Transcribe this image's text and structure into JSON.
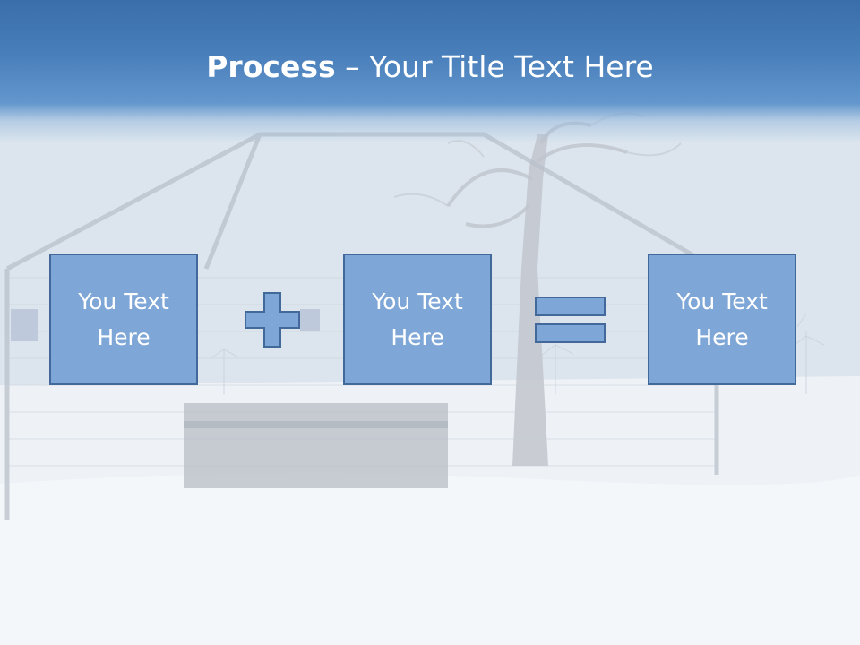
{
  "slide": {
    "title_bold": "Process",
    "title_rest": " – Your Title Text Here",
    "boxes": [
      {
        "text": "You Text\nHere"
      },
      {
        "text": "You Text\nHere"
      },
      {
        "text": "You Text\nHere"
      }
    ],
    "operators": [
      "plus-icon",
      "equals-icon"
    ]
  },
  "colors": {
    "header": "#4a80bd",
    "box_fill": "#7ea6d6",
    "box_border": "#43689a",
    "text": "#ffffff"
  }
}
